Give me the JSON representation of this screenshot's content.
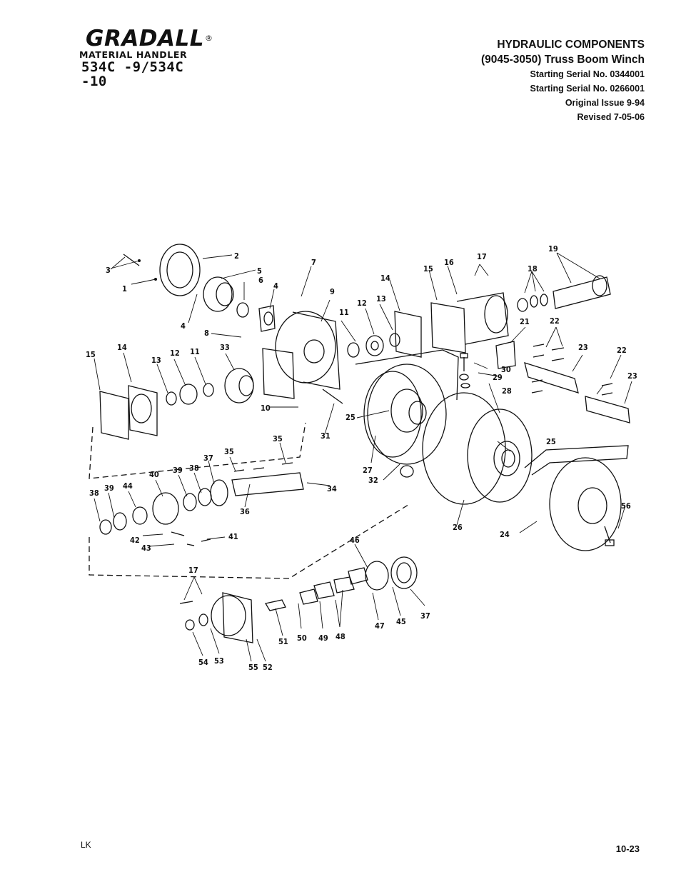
{
  "logo": {
    "brand": "GRADALL",
    "registered": "®",
    "subtitle": "MATERIAL HANDLER",
    "model": "534C -9/534C -10"
  },
  "header": {
    "title": "HYDRAULIC  COMPONENTS",
    "subtitle": "(9045-3050) Truss Boom Winch",
    "serial_1": "Starting Serial No. 0344001",
    "serial_2": "Starting Serial No. 0266001",
    "original_issue": "Original Issue 9-94",
    "revised": "Revised  7-05-06"
  },
  "callouts": [
    "1",
    "2",
    "3",
    "4",
    "4",
    "5",
    "6",
    "7",
    "8",
    "9",
    "10",
    "11",
    "11",
    "12",
    "12",
    "13",
    "13",
    "14",
    "14",
    "15",
    "15",
    "16",
    "17",
    "17",
    "18",
    "19",
    "21",
    "22",
    "22",
    "23",
    "23",
    "24",
    "25",
    "25",
    "26",
    "27",
    "28",
    "29",
    "30",
    "31",
    "32",
    "33",
    "34",
    "35",
    "35",
    "36",
    "37",
    "37",
    "38",
    "38",
    "39",
    "39",
    "40",
    "41",
    "42",
    "43",
    "44",
    "45",
    "46",
    "47",
    "48",
    "49",
    "50",
    "51",
    "52",
    "53",
    "54",
    "55",
    "56"
  ],
  "footer": {
    "initials": "LK",
    "page_number": "10-23"
  }
}
